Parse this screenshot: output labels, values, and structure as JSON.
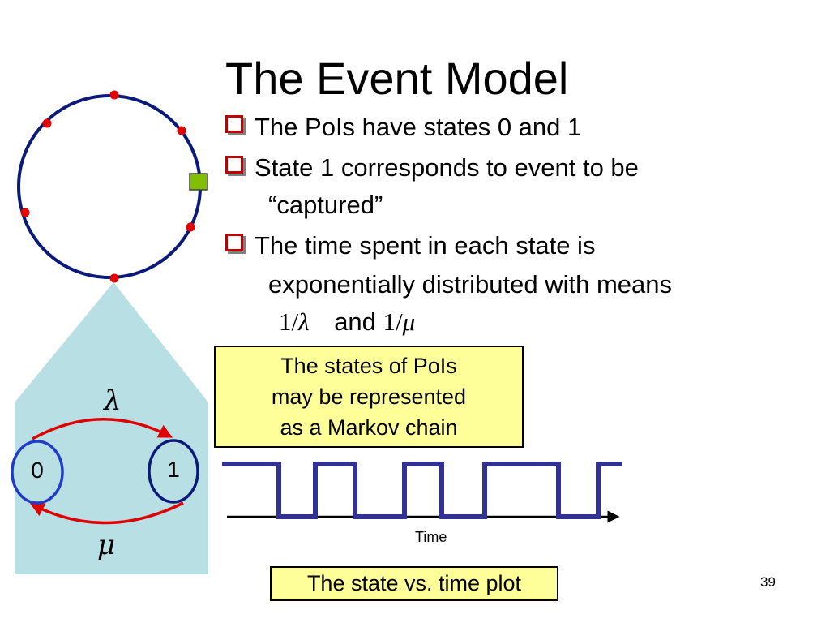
{
  "title": "The Event Model",
  "bullets": [
    {
      "text": "The PoIs have states 0 and 1"
    },
    {
      "text": "State 1 corresponds to event to be",
      "continuation": "“captured”"
    },
    {
      "text": "The time spent in each state is",
      "continuation": "exponentially distributed with means"
    }
  ],
  "means": {
    "mean1": "1/",
    "lambda": "λ",
    "connector": "and",
    "mean2": "1/",
    "mu": "μ"
  },
  "callout": {
    "lines": [
      "The states of PoIs",
      "may be represented",
      "as a Markov chain"
    ]
  },
  "markov": {
    "state0": "0",
    "state1": "1",
    "rate_forward": "λ",
    "rate_backward": "μ"
  },
  "plot": {
    "time_label": "Time",
    "caption": "The state vs. time plot"
  },
  "page_number": "39",
  "colors": {
    "circle": "#0a1a7a",
    "poi": "#e00000",
    "sensor": "#80c000",
    "chain_bg": "#b8dfe4",
    "state_border": "#1e3cc8",
    "arrow": "#e00000",
    "signal": "#323296",
    "callout_bg": "#ffff99"
  }
}
